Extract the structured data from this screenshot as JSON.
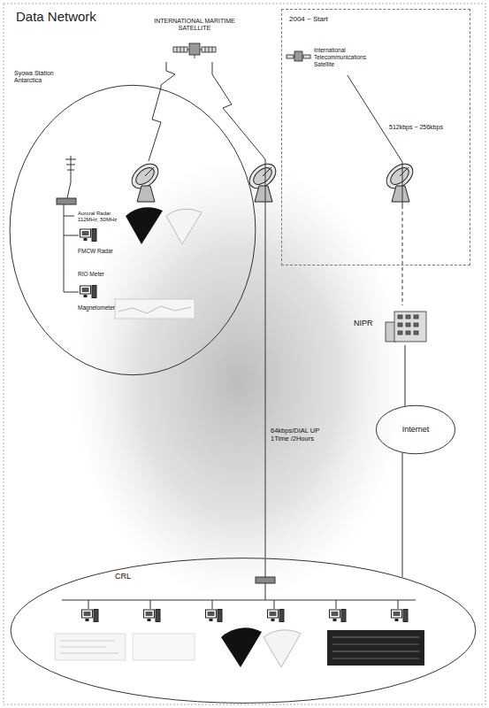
{
  "diagram": {
    "title": "Data Network",
    "nodes": [
      {
        "text": [
          "INTERNATIONAL MARITIME SATELLITE"
        ]
      },
      {
        "text": [
          "2004 ~ Start"
        ]
      },
      {
        "text": [
          "International Telecommunications Satellite"
        ],
        "in": 1
      },
      {
        "text": [
          "Syowa Station Antarctica"
        ]
      },
      {
        "text": [
          "Auroral Radar 112MHz, 50MHz"
        ],
        "in": 3
      },
      {
        "text": [
          "FMCW Radar"
        ],
        "in": 3
      },
      {
        "text": [
          "RIO Meter"
        ],
        "in": 3
      },
      {
        "text": [
          "Magnetometer"
        ],
        "in": 3
      },
      {
        "text": [
          "NIPR"
        ]
      },
      {
        "text": [
          "Internet"
        ]
      },
      {
        "text": [
          "CRL"
        ]
      }
    ],
    "edges": [
      {
        "from": 0,
        "to": 3,
        "arrow": "none"
      },
      {
        "from": 0,
        "to": 10,
        "label": "64kbps/DIAL UP 1Time /2Hours",
        "arrow": "none"
      },
      {
        "from": 2,
        "to": 8,
        "label": "512kbps ~ 256kbps",
        "arrow": "none"
      },
      {
        "from": 8,
        "to": 9,
        "arrow": "none"
      },
      {
        "from": 9,
        "to": 10,
        "arrow": "none"
      }
    ]
  }
}
